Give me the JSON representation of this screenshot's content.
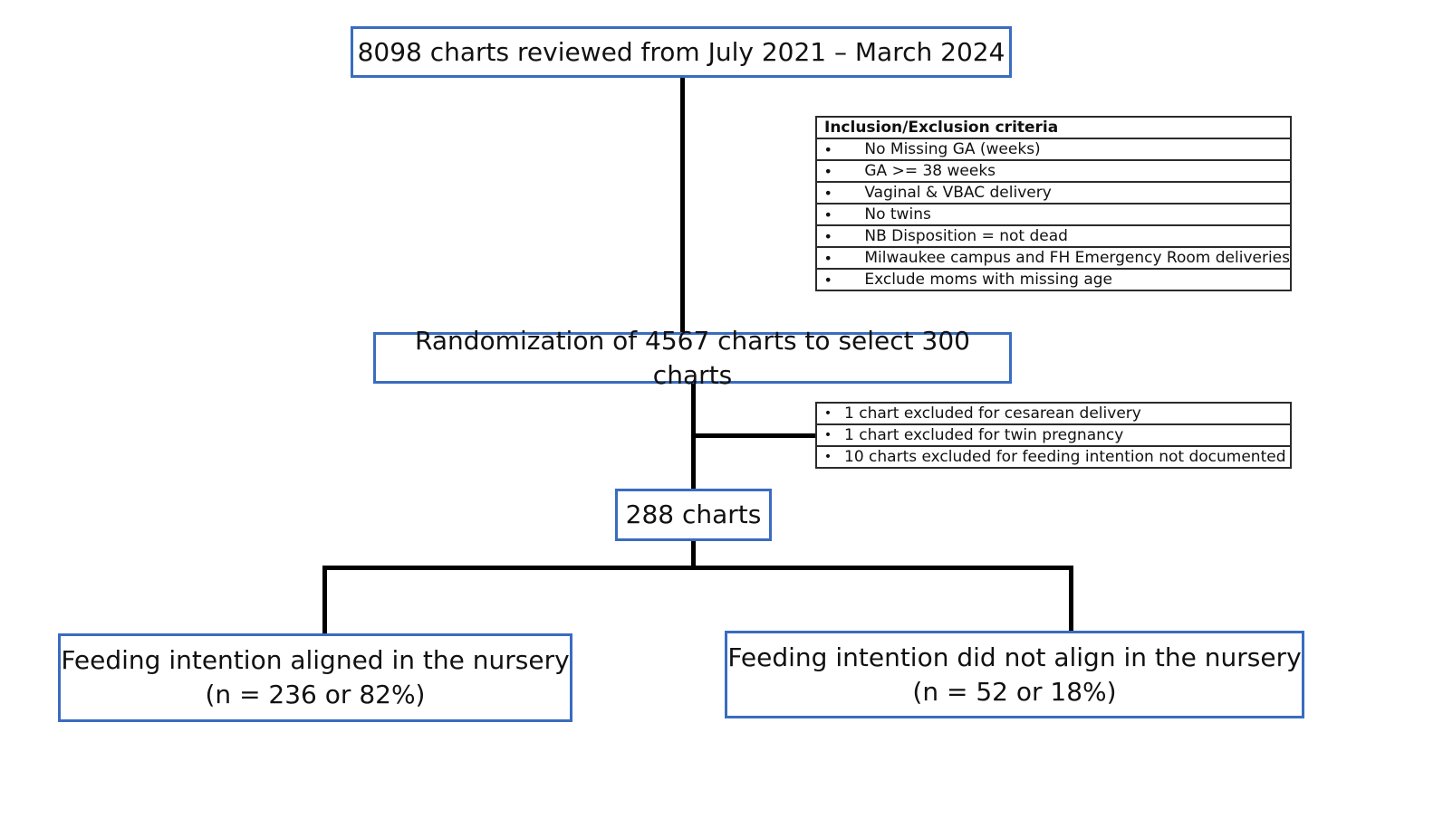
{
  "flowchart": {
    "top_box": "8098 charts reviewed from July 2021 – March 2024",
    "randomization_box": "Randomization of 4567 charts to select 300 charts",
    "final_box": "288 charts",
    "left_outcome": {
      "line1": "Feeding intention aligned in the nursery",
      "line2": "(n = 236 or 82%)"
    },
    "right_outcome": {
      "line1": "Feeding intention did not align in the nursery",
      "line2": "(n = 52 or 18%)"
    }
  },
  "inclusion_criteria": {
    "header": "Inclusion/Exclusion criteria",
    "bullet": "•",
    "items": [
      "No Missing GA (weeks)",
      "GA >= 38 weeks",
      "Vaginal & VBAC delivery",
      "No twins",
      "NB Disposition = not dead",
      "Milwaukee campus and FH Emergency Room deliveries",
      "Exclude moms with missing age"
    ]
  },
  "exclusions": {
    "bullet": "•",
    "items": [
      "1 chart excluded for cesarean delivery",
      "1 chart excluded for twin pregnancy",
      "10 charts excluded for feeding intention not documented"
    ]
  },
  "colors": {
    "box_border": "#3a6cc0",
    "connector": "#000000"
  }
}
